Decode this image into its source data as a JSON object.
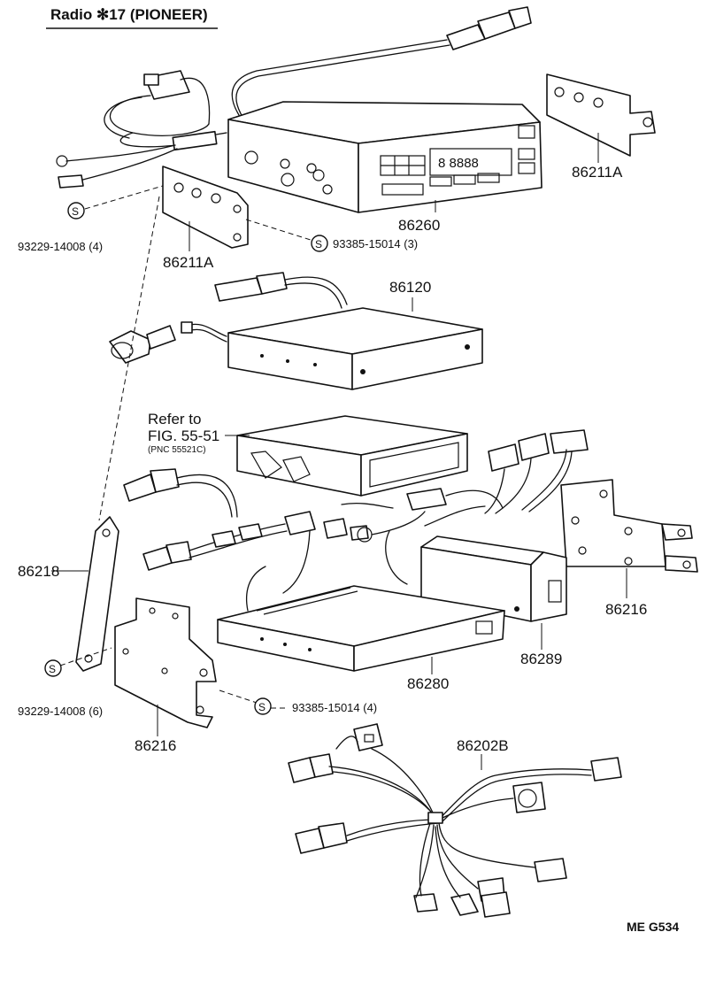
{
  "header": {
    "title": "Radio ✻17 (PIONEER)"
  },
  "callouts": {
    "p86211A_top": "86211A",
    "p86260": "86260",
    "p93229_top": "93229-14008 (4)",
    "p86211A_left": "86211A",
    "p93385_top": "93385-15014 (3)",
    "p86120": "86120",
    "refer_to": "Refer to",
    "fig_ref": "FIG. 55-51",
    "pnc_ref": "(PNC 55521C)",
    "p86218": "86218",
    "p86216_right": "86216",
    "p86289": "86289",
    "p86280": "86280",
    "p93229_bottom": "93229-14008 (6)",
    "p93385_bottom": "93385-15014 (4)",
    "p86216_left": "86216",
    "p86202B": "86202B",
    "display_digits": "8 8888",
    "screw_mark": "S"
  },
  "footer": {
    "code": "ME G534"
  }
}
